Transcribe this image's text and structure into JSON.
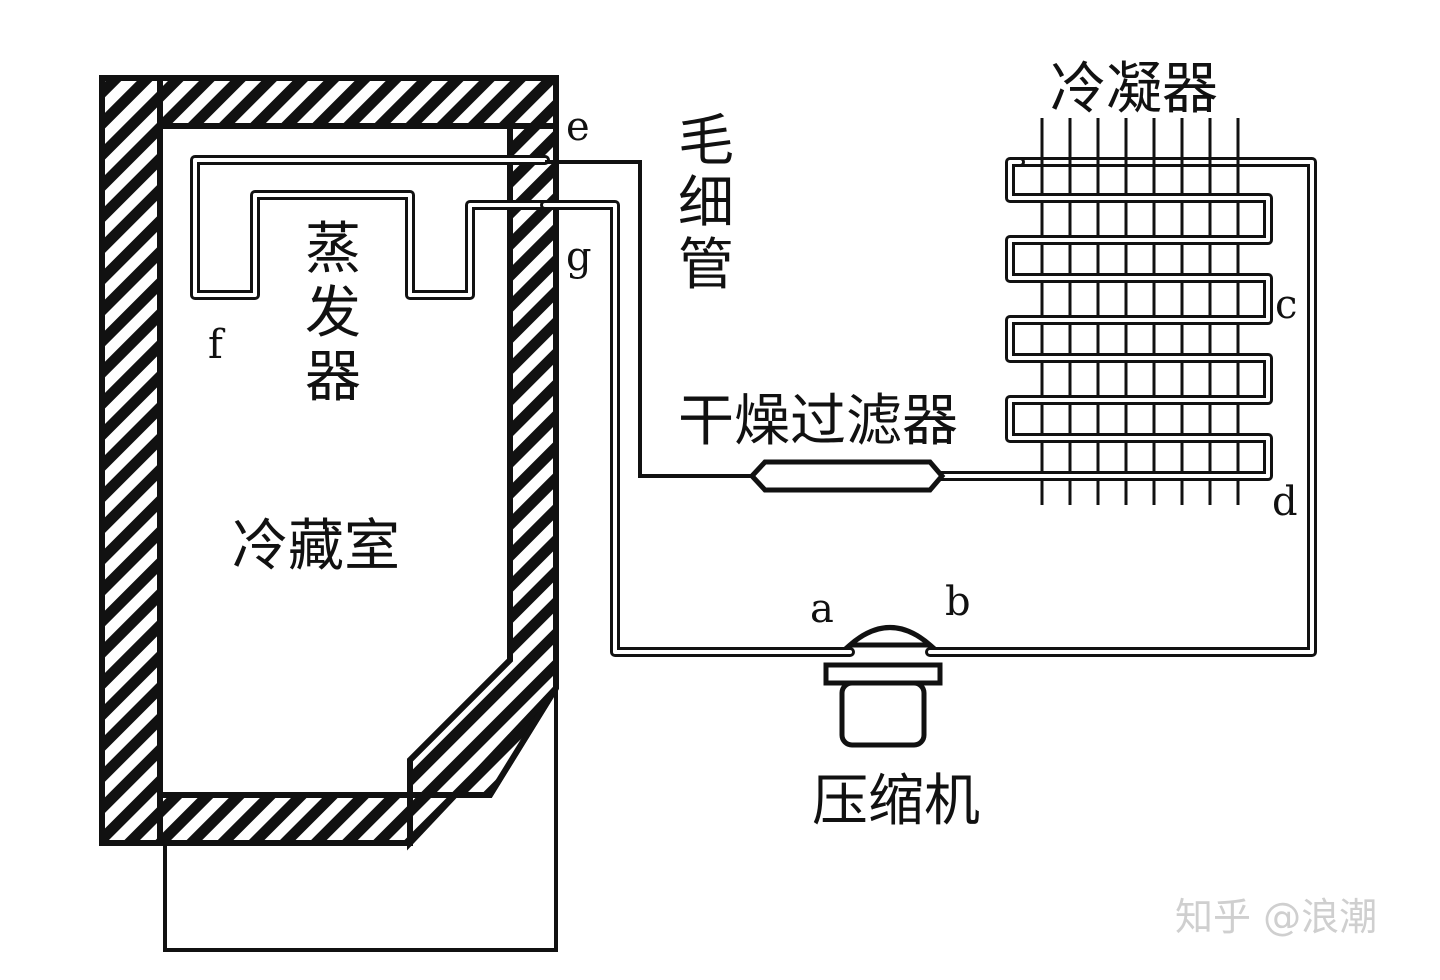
{
  "labels": {
    "condenser": "冷凝器",
    "capillary": [
      "毛",
      "细",
      "管"
    ],
    "evaporator": [
      "蒸",
      "发",
      "器"
    ],
    "filter_drier": "干燥过滤器",
    "fridge_chamber": "冷藏室",
    "compressor": "压缩机"
  },
  "points": {
    "a": "a",
    "b": "b",
    "c": "c",
    "d": "d",
    "e": "e",
    "f": "f",
    "g": "g"
  },
  "watermark": "知乎 @浪潮",
  "colors": {
    "ink": "#111111",
    "background": "#ffffff",
    "watermark": "#cfcfcf"
  }
}
